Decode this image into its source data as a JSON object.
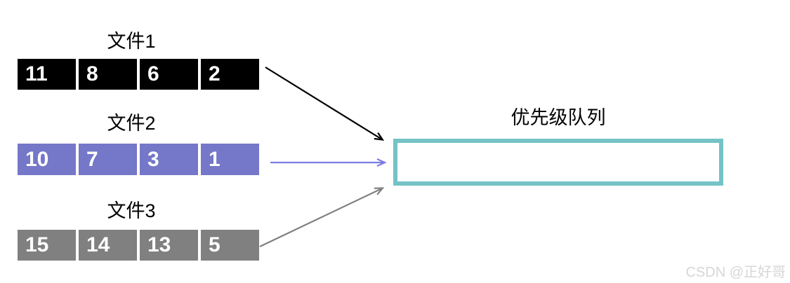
{
  "files": [
    {
      "title": "文件1",
      "values": [
        "11",
        "8",
        "6",
        "2"
      ],
      "color": "#000000"
    },
    {
      "title": "文件2",
      "values": [
        "10",
        "7",
        "3",
        "1"
      ],
      "color": "#7577C8"
    },
    {
      "title": "文件3",
      "values": [
        "15",
        "14",
        "13",
        "5"
      ],
      "color": "#808080"
    }
  ],
  "queue": {
    "title": "优先级队列",
    "border_color": "#74C3C6",
    "content": ""
  },
  "arrows": [
    {
      "name": "file1-to-queue",
      "color": "#000000"
    },
    {
      "name": "file2-to-queue",
      "color": "#7b7de3"
    },
    {
      "name": "file3-to-queue",
      "color": "#808080"
    }
  ],
  "watermark": {
    "text": "CSDN @正好哥",
    "color": "#D6D6D6"
  },
  "cell_text_color": "#FFFFFF",
  "background": "#FFFFFF"
}
